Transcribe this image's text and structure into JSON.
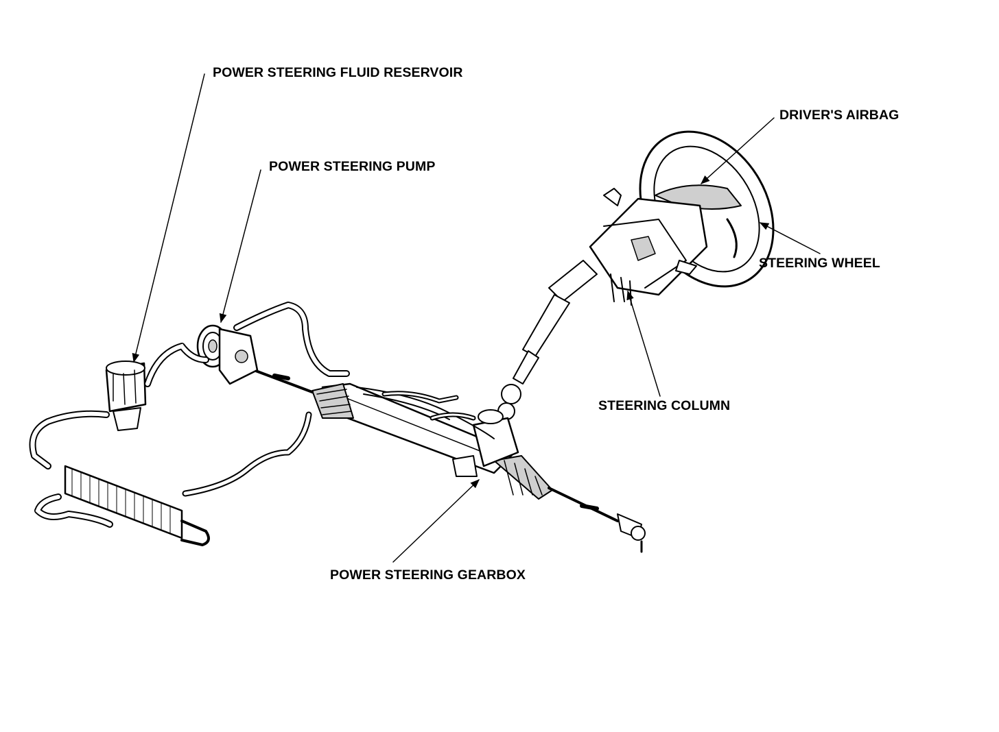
{
  "labels": {
    "fluid_reservoir": "POWER STEERING FLUID RESERVOIR",
    "pump": "POWER STEERING PUMP",
    "drivers_airbag": "DRIVER'S AIRBAG",
    "steering_wheel": "STEERING WHEEL",
    "steering_column": "STEERING COLUMN",
    "gearbox": "POWER STEERING GEARBOX"
  }
}
